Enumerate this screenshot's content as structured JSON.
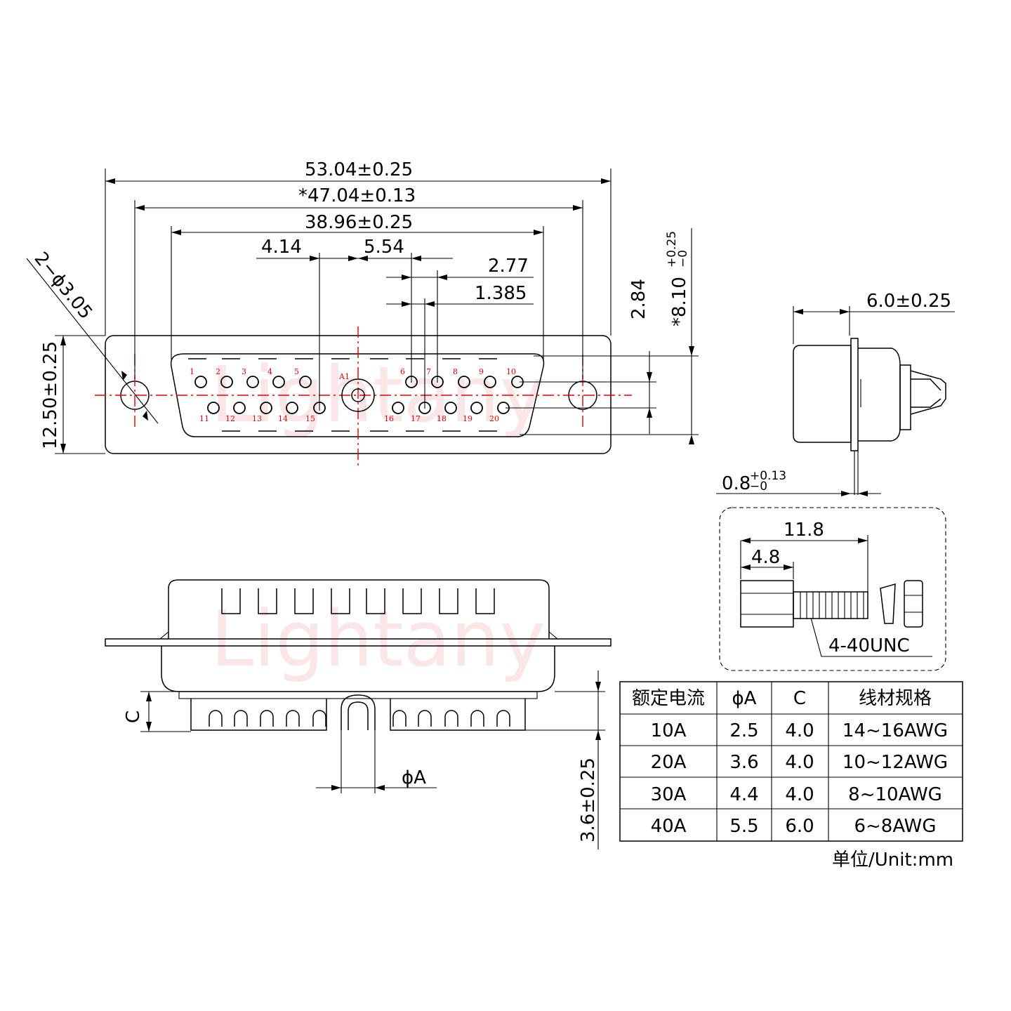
{
  "dimensions": {
    "overall_width": "53.04±0.25",
    "mount_hole_spacing": "*47.04±0.13",
    "shell_width": "38.96±0.25",
    "offset_left": "4.14",
    "offset_right": "5.54",
    "pitch_2": "2.77",
    "pitch_half": "1.385",
    "row_spacing": "2.84",
    "shell_height": "*8.10",
    "shell_height_tol_upper": "+0.25",
    "shell_height_tol_lower": "−0",
    "flange_height": "12.50±0.25",
    "mount_holes": "2−ϕ3.05",
    "side_depth": "6.0±0.25",
    "flange_thickness": "0.8",
    "flange_thickness_tol_upper": "+0.13",
    "flange_thickness_tol_lower": "−0",
    "pin_length": "3.6±0.25",
    "c_label": "C",
    "phi_a_label": "ϕA"
  },
  "pins": {
    "top_row": [
      "1",
      "2",
      "3",
      "4",
      "5",
      "6",
      "7",
      "8",
      "9",
      "10"
    ],
    "bottom_row": [
      "11",
      "12",
      "13",
      "14",
      "15",
      "16",
      "17",
      "18",
      "19",
      "20"
    ],
    "center": "A1"
  },
  "screw_detail": {
    "total_length": "11.8",
    "hex_length": "4.8",
    "thread": "4-40UNC"
  },
  "watermark": "Lightany",
  "table": {
    "headers": [
      "额定电流",
      "ϕA",
      "C",
      "线材规格"
    ],
    "rows": [
      [
        "10A",
        "2.5",
        "4.0",
        "14~16AWG"
      ],
      [
        "20A",
        "3.6",
        "4.0",
        "10~12AWG"
      ],
      [
        "30A",
        "4.4",
        "4.0",
        "8~10AWG"
      ],
      [
        "40A",
        "5.5",
        "6.0",
        "6~8AWG"
      ]
    ]
  },
  "unit": "单位/Unit:mm",
  "colors": {
    "line": "#000000",
    "centerline": "#e60000",
    "watermark": "#f4c7c7"
  }
}
